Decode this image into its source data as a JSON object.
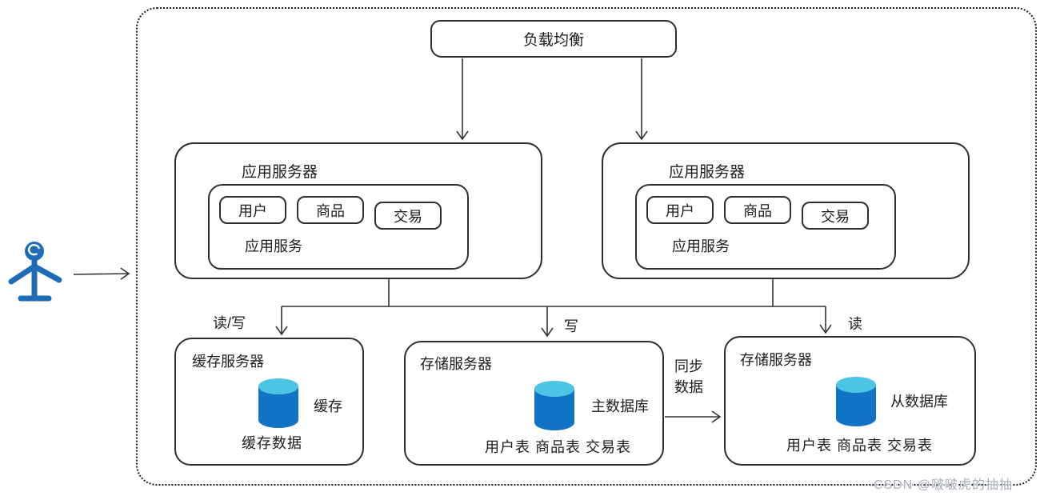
{
  "diagram": {
    "load_balancer": {
      "label": "负载均衡"
    },
    "app_servers": [
      {
        "title": "应用服务器",
        "inner_title": "应用服务",
        "modules": [
          "用户",
          "商品",
          "交易"
        ]
      },
      {
        "title": "应用服务器",
        "inner_title": "应用服务",
        "modules": [
          "用户",
          "商品",
          "交易"
        ]
      }
    ],
    "cache_server": {
      "title": "缓存服务器",
      "db_label": "缓存",
      "caption": "缓存数据"
    },
    "master_db_server": {
      "title": "存储服务器",
      "db_label": "主数据库",
      "caption": "用户表 商品表 交易表"
    },
    "slave_db_server": {
      "title": "存储服务器",
      "db_label": "从数据库",
      "caption": "用户表 商品表 交易表"
    },
    "edge_labels": {
      "cache_edge": "读/写",
      "write_edge": "写",
      "read_edge": "读",
      "sync_edge": "同步数据"
    },
    "watermark": "CSDN @啵啵虎的抽抽",
    "colors": {
      "db_body": "#1173c6",
      "db_top": "#4cc4e4",
      "actor_blue": "#1e6cb5",
      "line": "#333333"
    }
  }
}
